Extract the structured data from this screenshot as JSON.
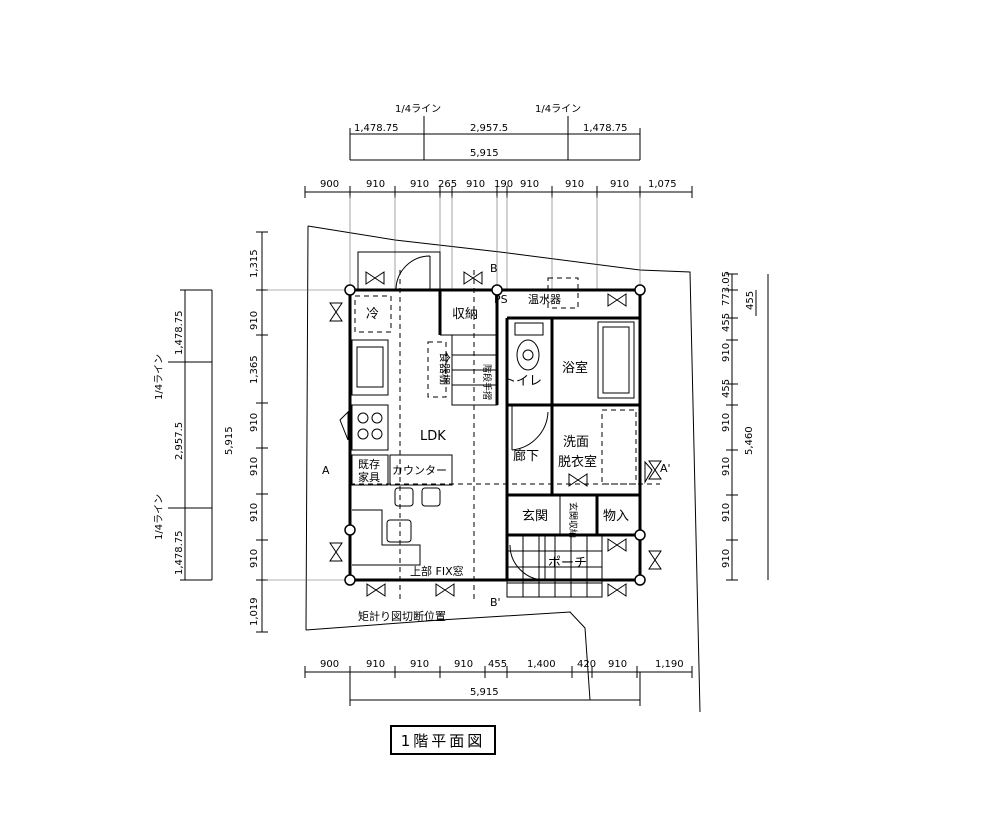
{
  "title": "1階平面図",
  "quarter_label": "1/4ライン",
  "top_dims": {
    "quarter": [
      "1,478.75",
      "2,957.5",
      "1,478.75"
    ],
    "total": "5,915",
    "grid": [
      "900",
      "910",
      "910",
      "265",
      "910",
      "190",
      "910",
      "910",
      "910",
      "1,075"
    ]
  },
  "bottom_dims": {
    "grid": [
      "900",
      "910",
      "910",
      "910",
      "455",
      "1,400",
      "420",
      "910",
      "1,190"
    ],
    "total": "5,915"
  },
  "left_dims": {
    "quarter": [
      "1,478.75",
      "2,957.5",
      "1,478.75"
    ],
    "total": "5,915",
    "grid": [
      "1,315",
      "910",
      "1,365",
      "910",
      "910",
      "910",
      "910",
      "1,019"
    ]
  },
  "right_dims": {
    "grid": [
      "773.05",
      "455",
      "910",
      "455",
      "910",
      "910",
      "910",
      "910"
    ],
    "extra": "455",
    "total": "5,460"
  },
  "rooms": {
    "fridge": "冷",
    "storage": "収納",
    "dish_shelf": "食器棚",
    "stairs_rail": "階段手摺",
    "ps": "PS",
    "water_heater": "温水器",
    "toilet": "トイレ",
    "bath": "浴室",
    "ldk": "LDK",
    "furniture_1": "既存",
    "furniture_2": "家具",
    "counter": "カウンター",
    "hall": "廊下",
    "washroom_1": "洗面",
    "washroom_2": "脱衣室",
    "entrance": "玄関",
    "shoe_storage": "玄関収納",
    "closet": "物入",
    "porch": "ポーチ",
    "fix_window": "上部 FIX窓",
    "section_note": "矩計り図切断位置"
  },
  "markers": {
    "a": "A",
    "a_prime": "A'",
    "b": "B",
    "b_prime": "B'"
  }
}
